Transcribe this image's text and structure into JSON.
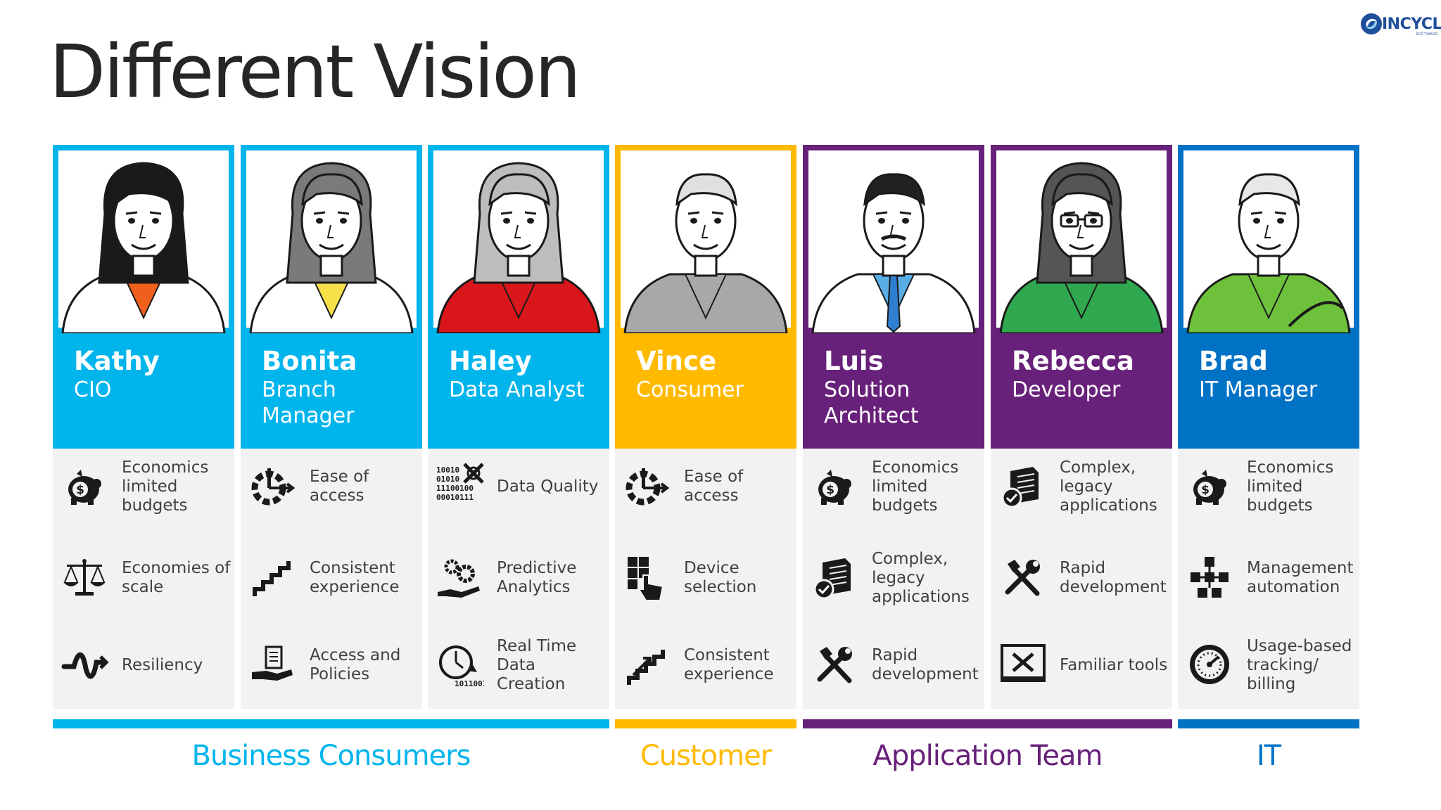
{
  "slide": {
    "title": "Different Vision",
    "logo": {
      "brand": "INCYCLE",
      "sub": "SOFTWARE"
    }
  },
  "colors": {
    "cyan": "#00b4ec",
    "yellow": "#ffba00",
    "purple": "#68217a",
    "blue": "#0072c6",
    "concern_bg": "#f2f2f2",
    "text": "#404040"
  },
  "personas": [
    {
      "name": "Kathy",
      "role": "CIO",
      "accent": "#00b4ec",
      "concerns": [
        {
          "icon": "piggy-bank-icon",
          "text": "Economics limited budgets"
        },
        {
          "icon": "scale-icon",
          "text": "Economies of scale"
        },
        {
          "icon": "resiliency-wave-icon",
          "text": "Resiliency"
        }
      ]
    },
    {
      "name": "Bonita",
      "role": "Branch Manager",
      "accent": "#00b4ec",
      "concerns": [
        {
          "icon": "access-pie-icon",
          "text": "Ease of access"
        },
        {
          "icon": "stairs-icon",
          "text": "Consistent experience"
        },
        {
          "icon": "hand-document-icon",
          "text": "Access and Policies"
        }
      ]
    },
    {
      "name": "Haley",
      "role": "Data Analyst",
      "accent": "#00b4ec",
      "concerns": [
        {
          "icon": "binary-data-icon",
          "text": "Data Quality"
        },
        {
          "icon": "gears-hand-icon",
          "text": "Predictive Analytics"
        },
        {
          "icon": "clock-data-icon",
          "text": "Real Time Data Creation"
        }
      ]
    },
    {
      "name": "Vince",
      "role": "Consumer",
      "accent": "#ffba00",
      "concerns": [
        {
          "icon": "access-pie-icon",
          "text": "Ease of access"
        },
        {
          "icon": "touch-tiles-icon",
          "text": "Device selection"
        },
        {
          "icon": "stairs-arrow-icon",
          "text": "Consistent experience"
        }
      ]
    },
    {
      "name": "Luis",
      "role": "Solution Architect",
      "accent": "#68217a",
      "concerns": [
        {
          "icon": "piggy-bank-icon",
          "text": "Economics limited budgets"
        },
        {
          "icon": "server-check-icon",
          "text": "Complex, legacy applications"
        },
        {
          "icon": "tools-icon",
          "text": "Rapid development"
        }
      ]
    },
    {
      "name": "Rebecca",
      "role": "Developer",
      "accent": "#68217a",
      "concerns": [
        {
          "icon": "server-check-icon",
          "text": "Complex, legacy applications"
        },
        {
          "icon": "tools-icon",
          "text": "Rapid development"
        },
        {
          "icon": "monitor-tools-icon",
          "text": "Familiar tools"
        }
      ]
    },
    {
      "name": "Brad",
      "role": "IT Manager",
      "accent": "#0072c6",
      "concerns": [
        {
          "icon": "piggy-bank-icon",
          "text": "Economics limited budgets"
        },
        {
          "icon": "org-network-icon",
          "text": "Management automation"
        },
        {
          "icon": "gauge-icon",
          "text": "Usage-based tracking/ billing"
        }
      ]
    }
  ],
  "groups": [
    {
      "label": "Business Consumers",
      "color": "#00b4ec"
    },
    {
      "label": "Customer",
      "color": "#ffba00"
    },
    {
      "label": "Application Team",
      "color": "#68217a"
    },
    {
      "label": "IT",
      "color": "#0072c6"
    }
  ]
}
